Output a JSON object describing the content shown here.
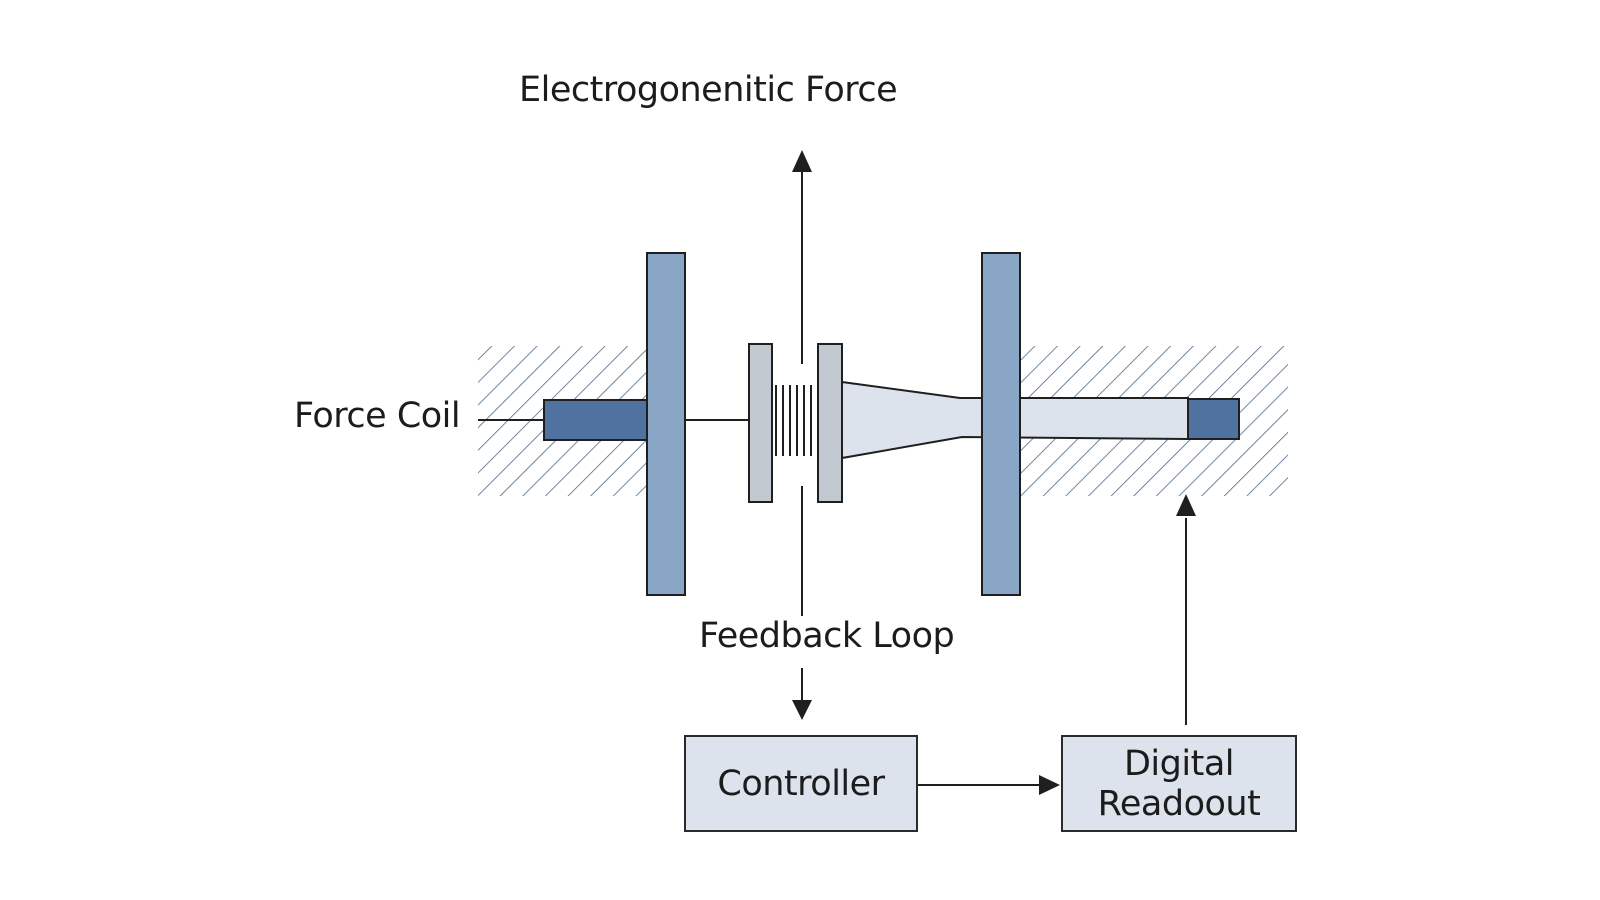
{
  "diagram": {
    "title": "Electrogonenitic Force",
    "labels": {
      "force_coil": "Force Coil",
      "feedback_loop": "Feedback Loop"
    },
    "blocks": {
      "controller": "Controller",
      "readout_line1": "Digital",
      "readout_line2": "Readoout"
    },
    "colors": {
      "plate_blue": "#8aa6c6",
      "dark_blue": "#4f72a0",
      "gray_plate": "#c3c9d1",
      "shaft_fill": "#dde3ec",
      "hatch": "#4a6a8a",
      "stroke": "#1f1f1f",
      "box_fill": "#dde3ec"
    },
    "connections": [
      {
        "from": "mechanism",
        "to": "electrogonenitic-force",
        "direction": "up"
      },
      {
        "from": "feedback-loop",
        "to": "controller",
        "direction": "down"
      },
      {
        "from": "controller",
        "to": "digital-readout",
        "direction": "right"
      },
      {
        "from": "digital-readout",
        "to": "shaft-end",
        "direction": "up"
      }
    ]
  }
}
